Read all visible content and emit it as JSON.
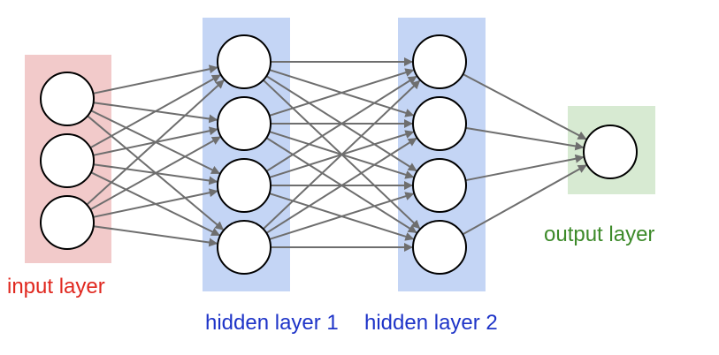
{
  "diagram": {
    "layers": [
      {
        "id": "input",
        "label": "input layer",
        "neurons": 3,
        "color": "#f2caca",
        "label_color": "#e0281f"
      },
      {
        "id": "hidden1",
        "label": "hidden layer 1",
        "neurons": 4,
        "color": "#c4d5f5",
        "label_color": "#1e34c8"
      },
      {
        "id": "hidden2",
        "label": "hidden layer 2",
        "neurons": 4,
        "color": "#c4d5f5",
        "label_color": "#1e34c8"
      },
      {
        "id": "output",
        "label": "output layer",
        "neurons": 1,
        "color": "#d7ead2",
        "label_color": "#3d8a2a"
      }
    ],
    "connection_color": "#6e6e6e",
    "connectivity": "fully-connected"
  }
}
